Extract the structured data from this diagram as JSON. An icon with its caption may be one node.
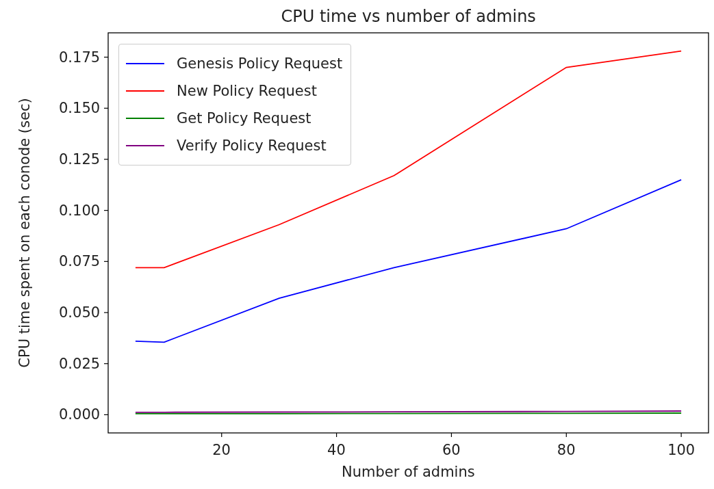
{
  "diagram": {
    "chart_data": {
      "type": "line",
      "title": "CPU time vs number of admins",
      "xlabel": "Number of admins",
      "ylabel": "CPU time spent on each conode (sec)",
      "x": [
        5,
        10,
        30,
        50,
        80,
        100
      ],
      "series": [
        {
          "name": "Genesis Policy Request",
          "color": "#0000ff",
          "values": [
            0.036,
            0.0355,
            0.057,
            0.072,
            0.091,
            0.115
          ]
        },
        {
          "name": "New Policy Request",
          "color": "#ff0000",
          "values": [
            0.072,
            0.072,
            0.093,
            0.117,
            0.17,
            0.178
          ]
        },
        {
          "name": "Get Policy Request",
          "color": "#008000",
          "values": [
            0.0005,
            0.0005,
            0.0005,
            0.0006,
            0.0007,
            0.0008
          ]
        },
        {
          "name": "Verify Policy Request",
          "color": "#800080",
          "values": [
            0.0012,
            0.0012,
            0.0013,
            0.0014,
            0.0016,
            0.0018
          ]
        }
      ],
      "legend": "upper left",
      "xlim": [
        0.25,
        104.75
      ],
      "ylim": [
        -0.0089,
        0.1869
      ],
      "xticks": [
        20,
        40,
        60,
        80,
        100
      ],
      "yticks": [
        {
          "value": 0,
          "label": "0.000"
        },
        {
          "value": 0.025,
          "label": "0.025"
        },
        {
          "value": 0.05,
          "label": "0.050"
        },
        {
          "value": 0.075,
          "label": "0.075"
        },
        {
          "value": 0.1,
          "label": "0.100"
        },
        {
          "value": 0.125,
          "label": "0.125"
        },
        {
          "value": 0.15,
          "label": "0.150"
        },
        {
          "value": 0.175,
          "label": "0.175"
        }
      ]
    }
  }
}
